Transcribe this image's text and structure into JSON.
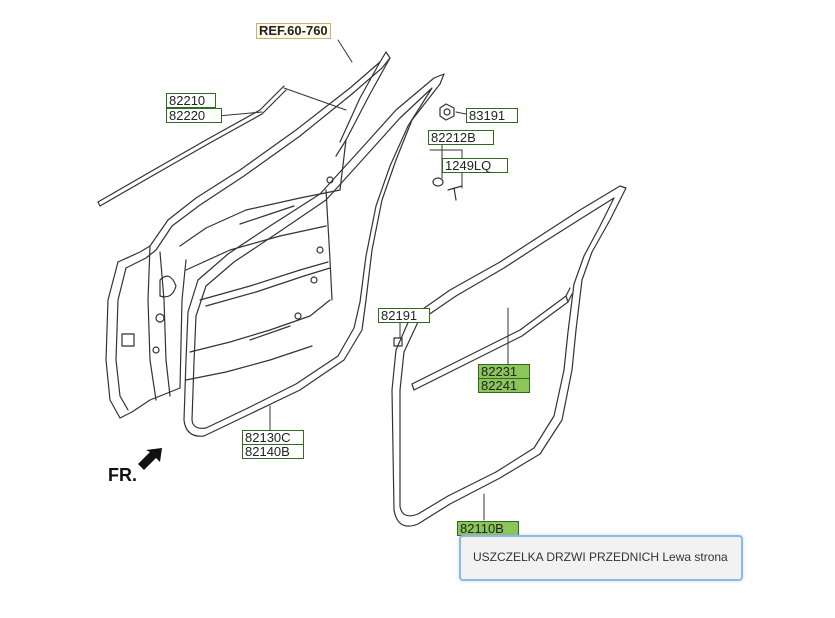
{
  "reference_label": "REF.60-760",
  "direction_label": "FR.",
  "part_labels": {
    "p82210": "82210",
    "p82220": "82220",
    "p83191": "83191",
    "p82212B": "82212B",
    "p1249LQ": "1249LQ",
    "p82191": "82191",
    "p82231": "82231",
    "p82241": "82241",
    "p82130C": "82130C",
    "p82140B": "82140B",
    "p82110B": "82110B"
  },
  "tooltip_text": "USZCZELKA DRZWI PRZEDNICH Lewa strona",
  "colors": {
    "callout_border": "#2f6b18",
    "callout_highlight": "#8cc65a",
    "line": "#333333",
    "tooltip_border": "#8fb7e6"
  }
}
